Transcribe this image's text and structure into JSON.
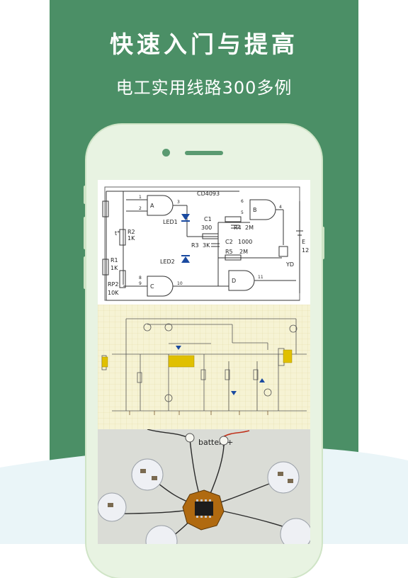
{
  "promo": {
    "headline": "快速入门与提高",
    "subheadline": "电工实用线路300多例"
  },
  "colors": {
    "brand_green": "#4b8f66",
    "phone_body": "#e8f3e2",
    "paper_yellow": "#f6f3d4"
  },
  "schematic_top": {
    "chip": "CD4093",
    "gate_a": "A",
    "gate_b": "B",
    "gate_c": "C",
    "gate_d": "D",
    "led1": "LED1",
    "led2": "LED2",
    "c1": "C1",
    "c1_val": "300",
    "c2": "C2",
    "c2_val": "1000",
    "r1": "R1",
    "r1_val": "1K",
    "r2": "R2",
    "r2_val": "1K",
    "r3": "R3",
    "r3_val": "3K",
    "r4": "R4",
    "r4_val": "2M",
    "r5": "R5",
    "r5_val": "2M",
    "rp2": "RP2",
    "rp2_val": "10K",
    "t_label": "t°",
    "e_label": "E",
    "e_val": "12",
    "yd": "YD",
    "pin1": "1",
    "pin2": "2",
    "pin3": "3",
    "pin4": "4",
    "pin5": "5",
    "pin6": "6",
    "pin8": "8",
    "pin9": "9",
    "pin10": "10",
    "pin11": "11"
  },
  "photo": {
    "wire_label": "battery+"
  }
}
